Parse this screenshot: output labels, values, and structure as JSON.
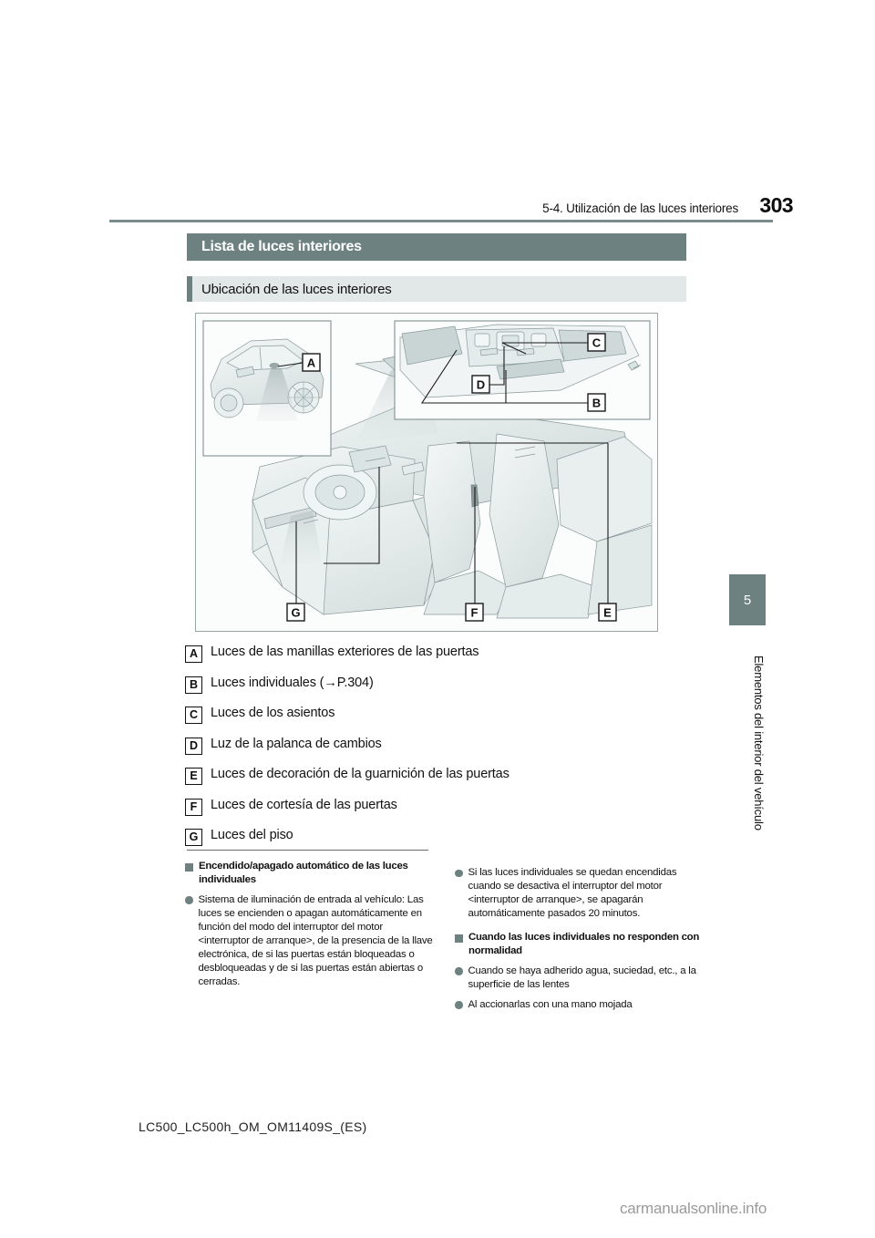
{
  "header": {
    "section_title": "5-4. Utilización de las luces interiores",
    "page_number": "303"
  },
  "section": {
    "title": "Lista de luces interiores",
    "subtitle": "Ubicación de las luces interiores"
  },
  "figure": {
    "name": "interior-lights-location-diagram",
    "callouts": [
      {
        "key": "A",
        "position": "inset-left-vehicle-exterior"
      },
      {
        "key": "B",
        "position": "inset-right-overhead-console"
      },
      {
        "key": "C",
        "position": "inset-right-overhead-console"
      },
      {
        "key": "D",
        "position": "inset-right-overhead-console"
      },
      {
        "key": "E",
        "position": "main-bottom-right"
      },
      {
        "key": "F",
        "position": "main-bottom-center"
      },
      {
        "key": "G",
        "position": "main-bottom-left"
      }
    ]
  },
  "legend": [
    {
      "key": "A",
      "text": "Luces de las manillas exteriores de las puertas"
    },
    {
      "key": "B",
      "text": "Luces individuales (→P.304)"
    },
    {
      "key": "C",
      "text": "Luces de los asientos"
    },
    {
      "key": "D",
      "text": "Luz de la palanca de cambios"
    },
    {
      "key": "E",
      "text": "Luces de decoración de la guarnición de las puertas"
    },
    {
      "key": "F",
      "text": "Luces de cortesía de las puertas"
    },
    {
      "key": "G",
      "text": "Luces del piso"
    }
  ],
  "notes": {
    "left": [
      {
        "type": "head",
        "text": "Encendido/apagado automático de las luces individuales"
      },
      {
        "type": "item",
        "text": "Sistema de iluminación de entrada al vehículo: Las luces se encienden o apagan automáticamente en función del modo del interruptor del motor <interruptor de arranque>, de la presencia de la llave electrónica, de si las puertas están bloqueadas o desbloqueadas y de si las puertas están abiertas o cerradas."
      }
    ],
    "right": [
      {
        "type": "item",
        "text": "Si las luces individuales se quedan encendidas cuando se desactiva el interruptor del motor <interruptor de arranque>, se apagarán automáticamente pasados 20 minutos."
      },
      {
        "type": "head",
        "text": "Cuando las luces individuales no responden con normalidad"
      },
      {
        "type": "item",
        "text": "Cuando se haya adherido agua, suciedad, etc., a la superficie de las lentes"
      },
      {
        "type": "item",
        "text": "Al accionarlas con una mano mojada"
      }
    ]
  },
  "chapter": {
    "number": "5",
    "name": "Elementos del interior del vehículo"
  },
  "footer": {
    "document_code": "LC500_LC500h_OM_OM11409S_(ES)",
    "watermark": "carmanualsonline.info"
  },
  "colors": {
    "accent": "#6d8180",
    "subtitle_bg": "#e2e7e7",
    "rule": "#7a8c8c"
  }
}
